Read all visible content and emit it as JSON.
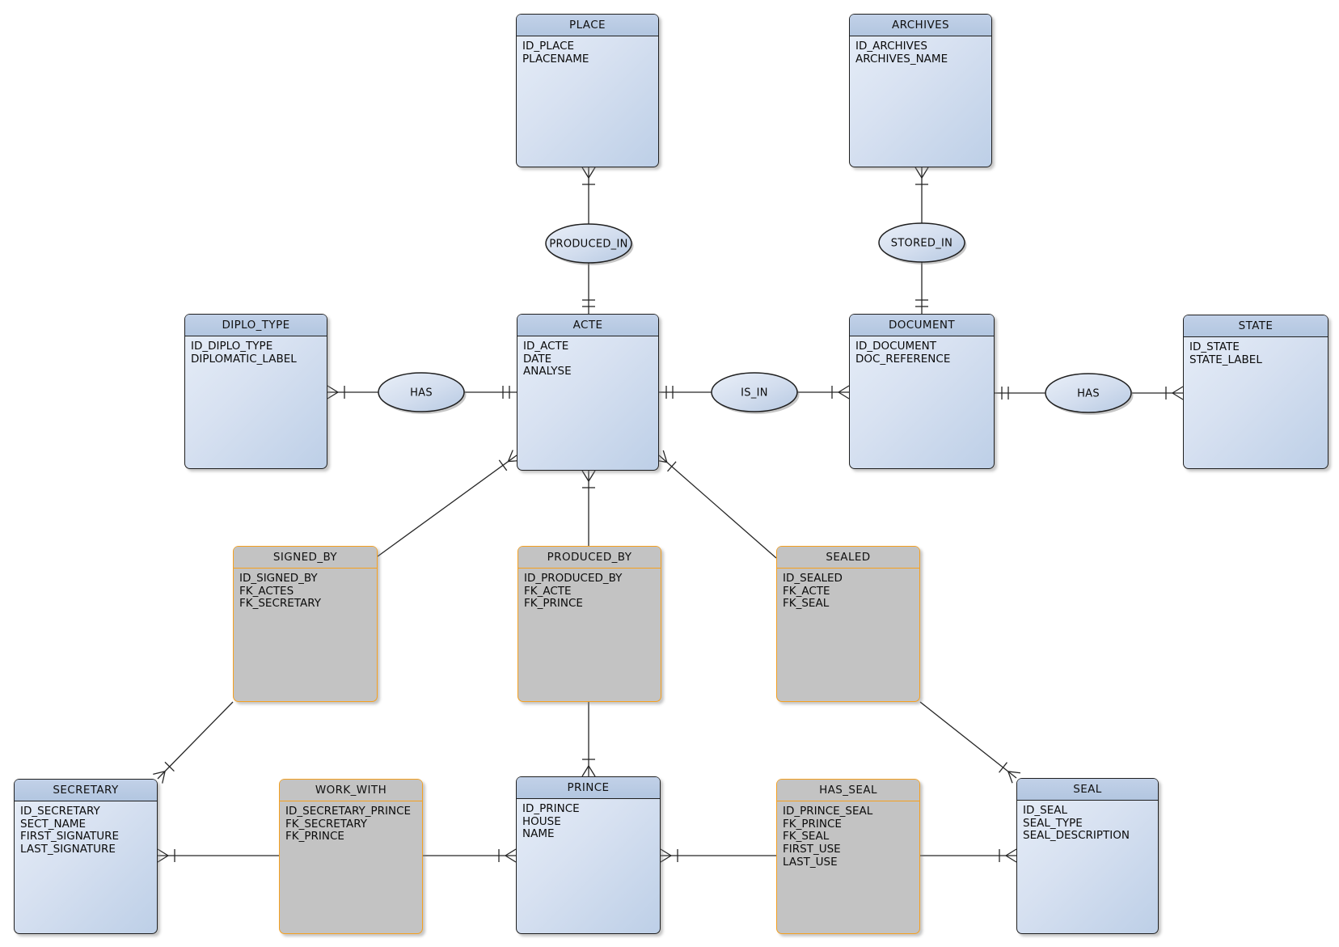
{
  "diagram": {
    "entities": [
      {
        "id": "place",
        "kind": "entity",
        "name": "PLACE",
        "attributes": [
          "ID_PLACE",
          "PLACENAME"
        ]
      },
      {
        "id": "archives",
        "kind": "entity",
        "name": "ARCHIVES",
        "attributes": [
          "ID_ARCHIVES",
          "ARCHIVES_NAME"
        ]
      },
      {
        "id": "diplo_type",
        "kind": "entity",
        "name": "DIPLO_TYPE",
        "attributes": [
          "ID_DIPLO_TYPE",
          "DIPLOMATIC_LABEL"
        ]
      },
      {
        "id": "acte",
        "kind": "entity",
        "name": "ACTE",
        "attributes": [
          "ID_ACTE",
          "DATE",
          "ANALYSE"
        ]
      },
      {
        "id": "document",
        "kind": "entity",
        "name": "DOCUMENT",
        "attributes": [
          "ID_DOCUMENT",
          "DOC_REFERENCE"
        ]
      },
      {
        "id": "state",
        "kind": "entity",
        "name": "STATE",
        "attributes": [
          "ID_STATE",
          "STATE_LABEL"
        ]
      },
      {
        "id": "signed_by",
        "kind": "association",
        "name": "SIGNED_BY",
        "attributes": [
          "ID_SIGNED_BY",
          "FK_ACTES",
          "FK_SECRETARY"
        ]
      },
      {
        "id": "produced_by",
        "kind": "association",
        "name": "PRODUCED_BY",
        "attributes": [
          "ID_PRODUCED_BY",
          "FK_ACTE",
          "FK_PRINCE"
        ]
      },
      {
        "id": "sealed",
        "kind": "association",
        "name": "SEALED",
        "attributes": [
          "ID_SEALED",
          "FK_ACTE",
          "FK_SEAL"
        ]
      },
      {
        "id": "secretary",
        "kind": "entity",
        "name": "SECRETARY",
        "attributes": [
          "ID_SECRETARY",
          "SECT_NAME",
          "FIRST_SIGNATURE",
          "LAST_SIGNATURE"
        ]
      },
      {
        "id": "work_with",
        "kind": "association",
        "name": "WORK_WITH",
        "attributes": [
          "ID_SECRETARY_PRINCE",
          "FK_SECRETARY",
          "FK_PRINCE"
        ]
      },
      {
        "id": "prince",
        "kind": "entity",
        "name": "PRINCE",
        "attributes": [
          "ID_PRINCE",
          "HOUSE",
          "NAME"
        ]
      },
      {
        "id": "has_seal",
        "kind": "association",
        "name": "HAS_SEAL",
        "attributes": [
          "ID_PRINCE_SEAL",
          "FK_PRINCE",
          "FK_SEAL",
          "FIRST_USE",
          "LAST_USE"
        ]
      },
      {
        "id": "seal",
        "kind": "entity",
        "name": "SEAL",
        "attributes": [
          "ID_SEAL",
          "SEAL_TYPE",
          "SEAL_DESCRIPTION"
        ]
      }
    ],
    "relationships": [
      {
        "id": "produced_in",
        "label": "PRODUCED_IN"
      },
      {
        "id": "stored_in",
        "label": "STORED_IN"
      },
      {
        "id": "has_diplo",
        "label": "HAS"
      },
      {
        "id": "is_in",
        "label": "IS_IN"
      },
      {
        "id": "has_state",
        "label": "HAS"
      }
    ],
    "colors": {
      "entity_header": "#b7c9e2",
      "entity_body_light": "#e7eef8",
      "entity_body_dark": "#bdcfe7",
      "entity_border": "#1f1f1f",
      "association_fill": "#c3c3c3",
      "association_border": "#f5a01f",
      "connector": "#262626",
      "text": "#0b0b0b",
      "background": "#ffffff"
    }
  }
}
